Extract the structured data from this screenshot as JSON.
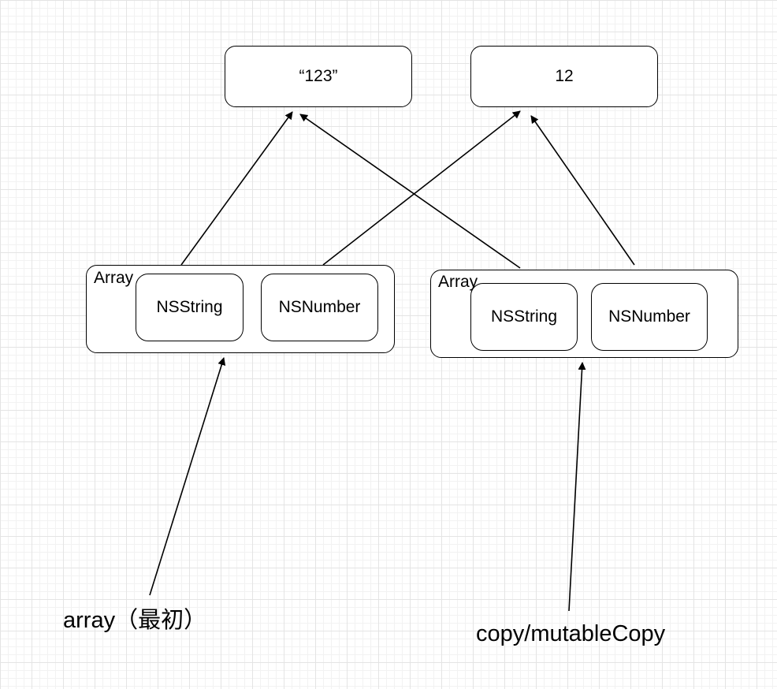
{
  "values": {
    "string_value": "“123”",
    "number_value": "12"
  },
  "left_array": {
    "label": "Array",
    "string_cell": "NSString",
    "number_cell": "NSNumber"
  },
  "right_array": {
    "label": "Array",
    "string_cell": "NSString",
    "number_cell": "NSNumber"
  },
  "captions": {
    "left": "array（最初）",
    "right": "copy/mutableCopy"
  }
}
